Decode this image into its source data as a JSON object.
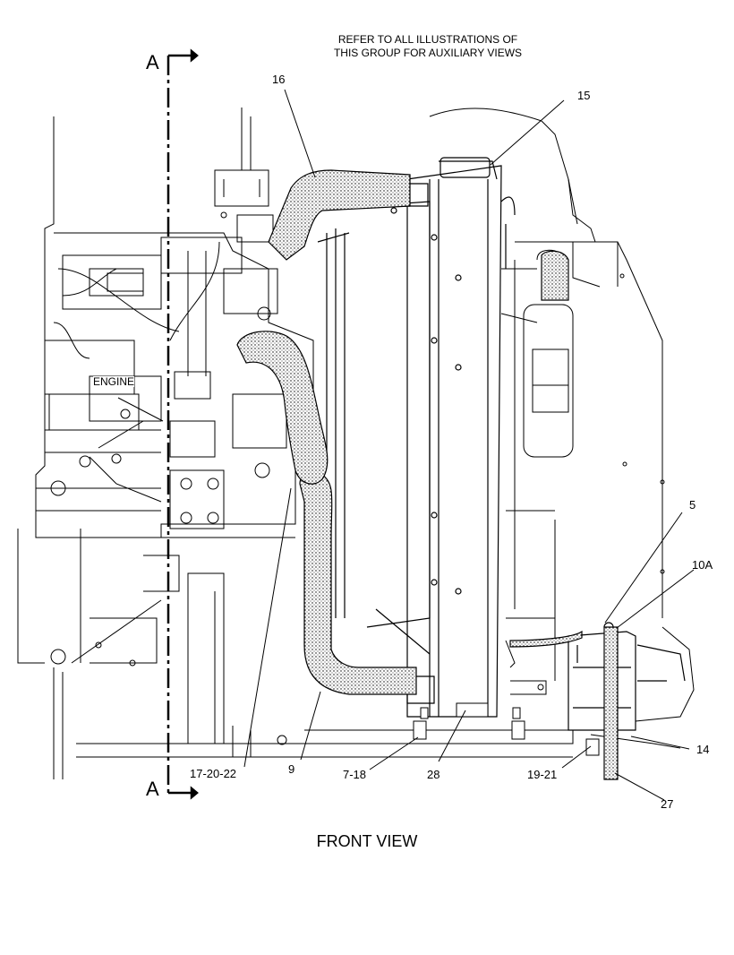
{
  "note": {
    "line1": "REFER TO ALL ILLUSTRATIONS OF",
    "line2": "THIS GROUP FOR AUXILIARY VIEWS"
  },
  "caption": "FRONT VIEW",
  "section_marker": "A",
  "engine_label": "ENGINE",
  "callouts": {
    "c16": "16",
    "c15": "15",
    "c5": "5",
    "c10a": "10A",
    "c14": "14",
    "c27": "27",
    "c17_20_22": "17-20-22",
    "c9": "9",
    "c7_18": "7-18",
    "c28": "28",
    "c19_21": "19-21"
  },
  "colors": {
    "line": "#000000",
    "hose_fill": "#d9d9d9",
    "paper": "#ffffff"
  }
}
